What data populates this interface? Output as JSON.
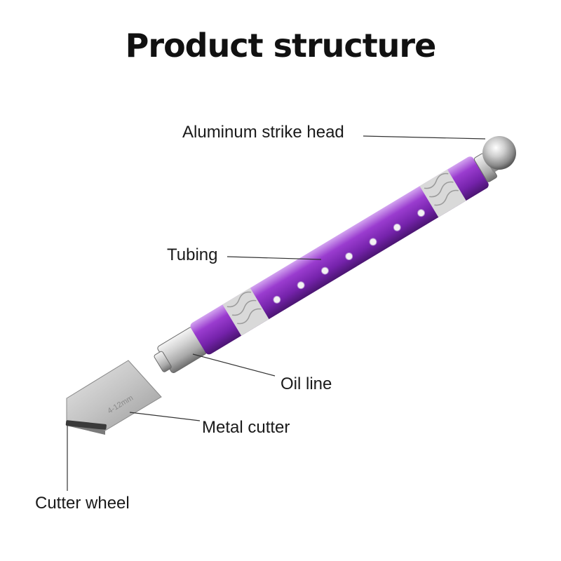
{
  "title": "Product structure",
  "labels": {
    "strike_head": "Aluminum strike head",
    "tubing": "Tubing",
    "oil_line": "Oil line",
    "metal_cutter": "Metal cutter",
    "cutter_wheel": "Cutter wheel"
  },
  "blade_marking": "4-12mm",
  "colors": {
    "tube": "#8a2fc0",
    "tube_dark": "#5e1a8c",
    "metal": "#c9c9c9",
    "leader": "#333333"
  }
}
